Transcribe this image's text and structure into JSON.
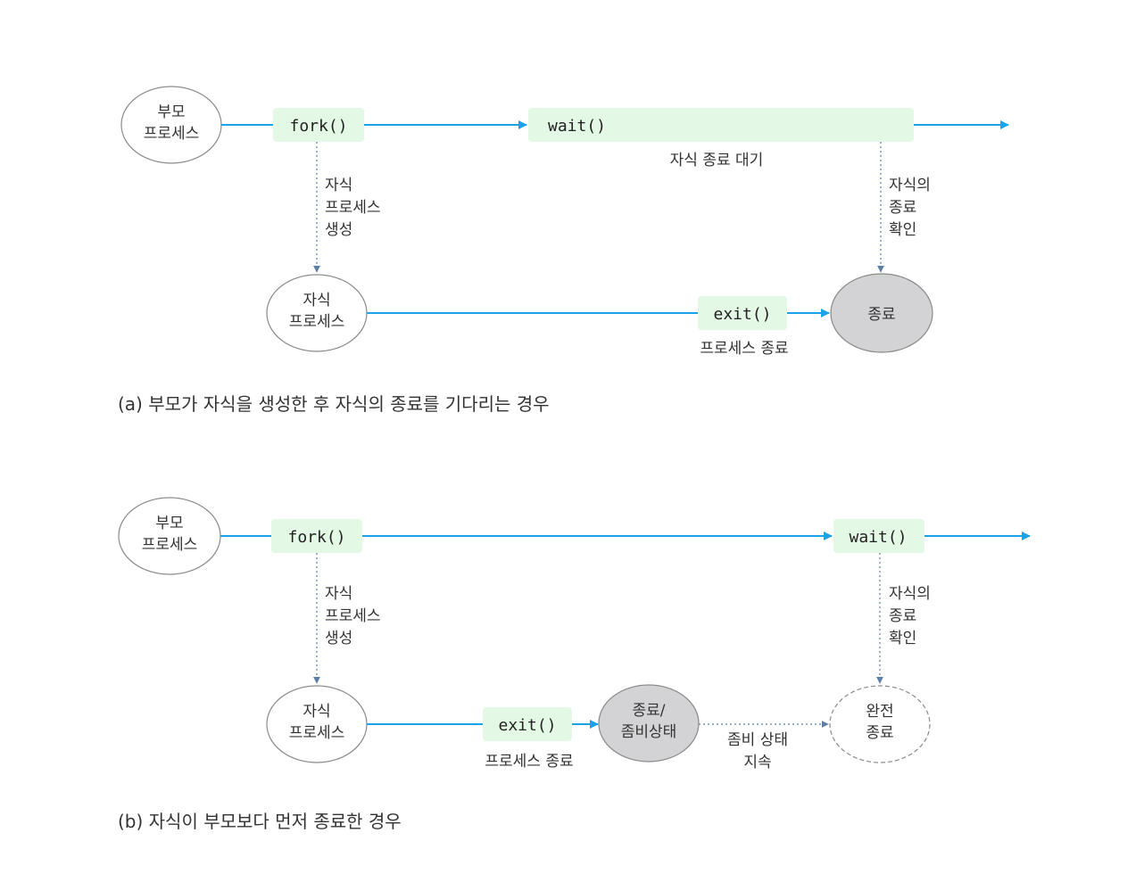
{
  "diagram_a": {
    "parent": [
      "부모",
      "프로세스"
    ],
    "fork": "fork()",
    "wait": "wait()",
    "wait_caption": "자식 종료 대기",
    "create": [
      "자식",
      "프로세스",
      "생성"
    ],
    "confirm": [
      "자식의",
      "종료",
      "확인"
    ],
    "child": [
      "자식",
      "프로세스"
    ],
    "exit": "exit()",
    "exit_caption": "프로세스 종료",
    "end": "종료",
    "caption": "(a) 부모가 자식을 생성한 후 자식의 종료를 기다리는 경우"
  },
  "diagram_b": {
    "parent": [
      "부모",
      "프로세스"
    ],
    "fork": "fork()",
    "wait": "wait()",
    "create": [
      "자식",
      "프로세스",
      "생성"
    ],
    "confirm": [
      "자식의",
      "종료",
      "확인"
    ],
    "child": [
      "자식",
      "프로세스"
    ],
    "exit": "exit()",
    "exit_caption": "프로세스 종료",
    "zombie": [
      "종료/",
      "좀비상태"
    ],
    "zombie_persist": [
      "좀비 상태",
      "지속"
    ],
    "complete": [
      "완전",
      "종료"
    ],
    "caption": "(b) 자식이 부모보다 먼저 종료한 경우"
  },
  "colors": {
    "arrow": "#1aa3e8",
    "dotted": "#5b7fa6",
    "box": "#e4f8e6",
    "end_fill": "#d3d3d5"
  }
}
